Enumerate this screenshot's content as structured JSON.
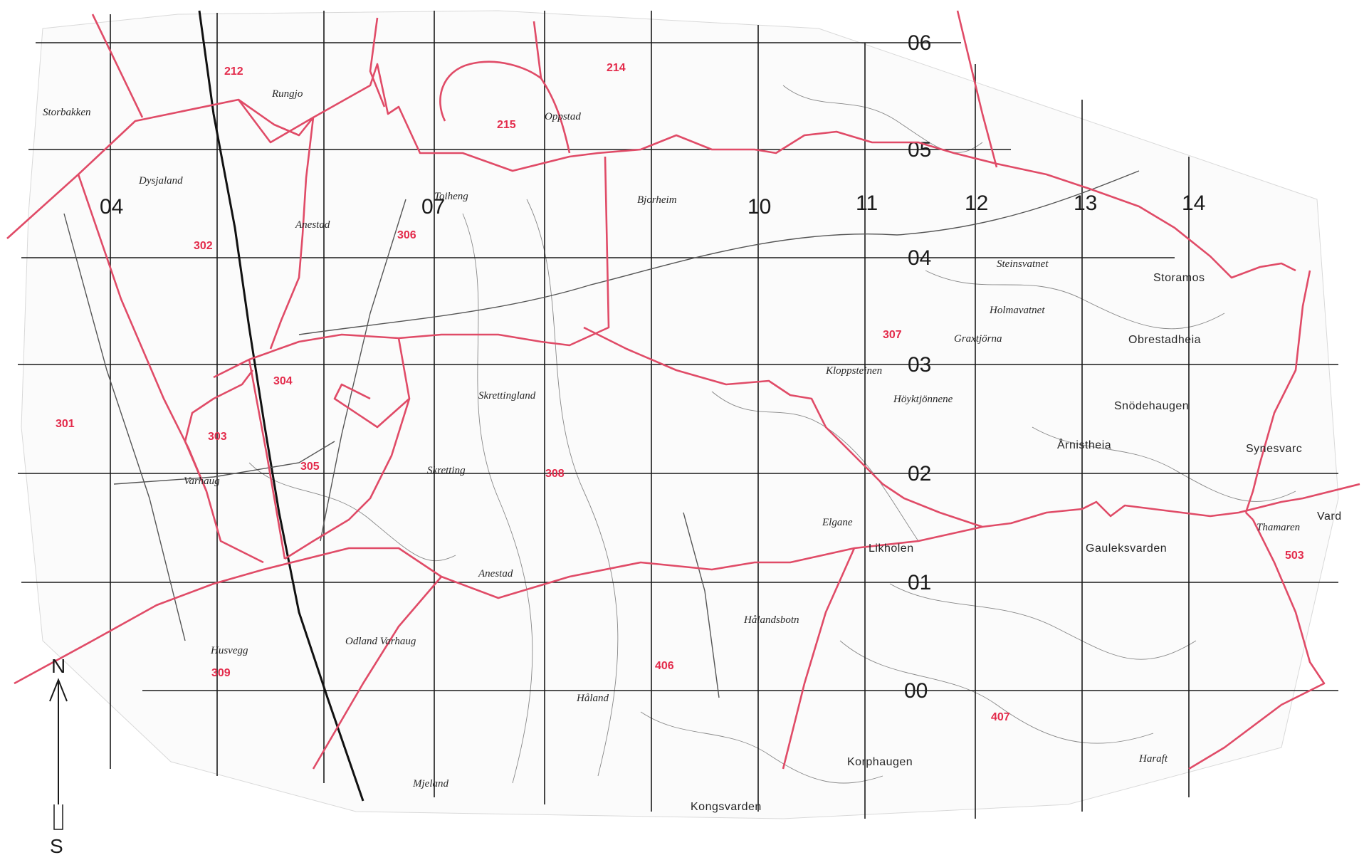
{
  "grid": {
    "x_labels": [
      "04",
      "07",
      "10",
      "11",
      "12",
      "13",
      "14"
    ],
    "y_labels": [
      "06",
      "05",
      "04",
      "03",
      "02",
      "01",
      "00"
    ]
  },
  "zones": [
    "212",
    "214",
    "215",
    "301",
    "302",
    "303",
    "304",
    "305",
    "306",
    "307",
    "308",
    "309",
    "406",
    "407",
    "503"
  ],
  "places": {
    "storbakken": "Storbakken",
    "dysjaland": "Dysjaland",
    "anestad_n": "Anestad",
    "toiheng": "Toiheng",
    "bjorheim": "Bjorheim",
    "oppstad": "Oppstad",
    "rungjo": "Rungjo",
    "skretting": "Skretting",
    "skrettingland": "Skrettingland",
    "varhaug": "Varhaug",
    "anestad_s": "Anestad",
    "odland_varhaug": "Odland Varhaug",
    "husvegg": "Husvegg",
    "haland": "Håland",
    "mjeland": "Mjeland",
    "halandsbotn": "Hålandsbotn",
    "storamos": "Storamos",
    "obrestadheia": "Obrestadheia",
    "snodehaugen": "Snödehaugen",
    "arnistheia": "Årnistheia",
    "synesvard": "Synesvarc",
    "gauleksvarden": "Gauleksvarden",
    "likholen": "Likholen",
    "korphaugen": "Korphaugen",
    "kongsvarden": "Kongsvarden",
    "haraft": "Haraft",
    "vard": "Vard",
    "thamaren": "Thamaren",
    "graxtjorna": "Graxtjörna",
    "kloppsteinen": "Kloppsteinen",
    "hoyktjonnene": "Höyktjönnene",
    "elgane": "Elgane",
    "holmavatnet": "Holmavatnet",
    "steinsvatnet": "Steinsvatnet"
  },
  "compass": {
    "north": "N",
    "south": "S"
  },
  "colors": {
    "boundary": "#e04b67",
    "zone_label": "#e32b4b",
    "grid": "#1a1a1a"
  }
}
